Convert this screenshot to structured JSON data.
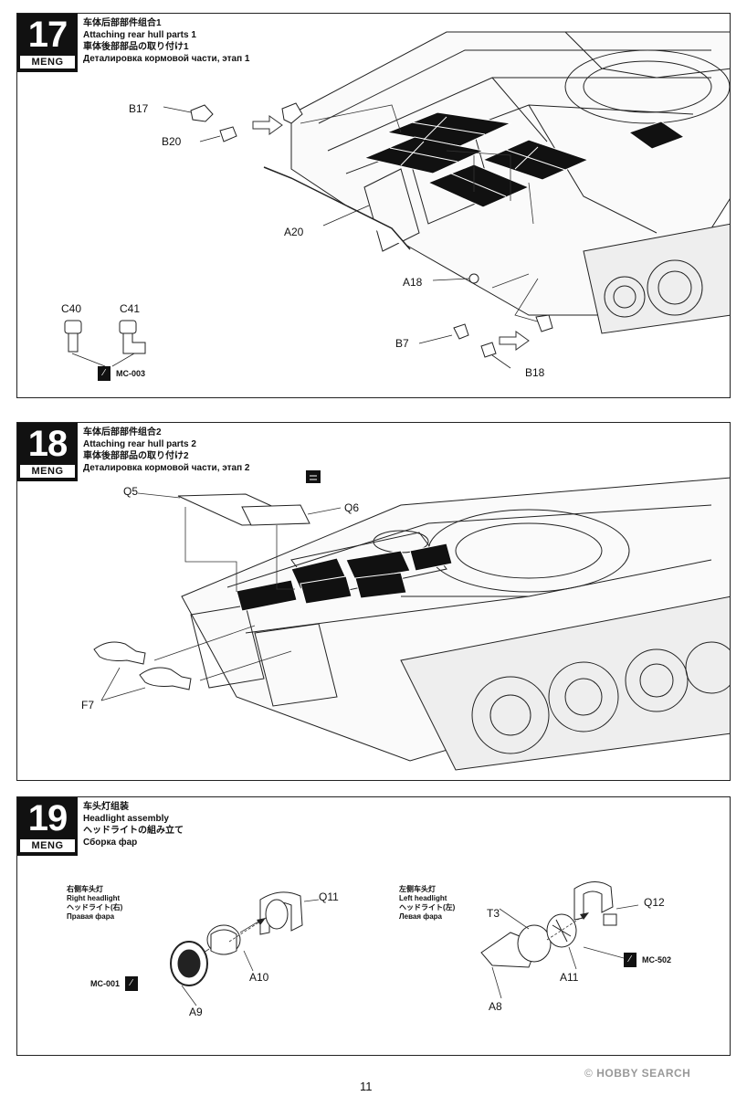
{
  "steps": [
    {
      "number": "17",
      "brand": "MENG",
      "title_cn": "车体后部部件组合1",
      "title_en": "Attaching rear hull parts 1",
      "title_jp": "車体後部部品の取り付け1",
      "title_ru": "Деталировка кормовой части, этап 1",
      "labels": {
        "b17": "B17",
        "b20": "B20",
        "a20": "A20",
        "a18": "A18",
        "c40": "C40",
        "c41": "C41",
        "b7": "B7",
        "b18": "B18"
      },
      "paint": "MC-003"
    },
    {
      "number": "18",
      "brand": "MENG",
      "title_cn": "车体后部部件组合2",
      "title_en": "Attaching rear hull parts 2",
      "title_jp": "車体後部部品の取り付け2",
      "title_ru": "Деталировка кормовой части, этап 2",
      "labels": {
        "q5": "Q5",
        "q6": "Q6",
        "f7": "F7"
      }
    },
    {
      "number": "19",
      "brand": "MENG",
      "title_cn": "车头灯组装",
      "title_en": "Headlight assembly",
      "title_jp": "ヘッドライトの組み立て",
      "title_ru": "Сборка фар",
      "right": {
        "cn": "右侧车头灯",
        "en": "Right headlight",
        "jp": "ヘッドライト(右)",
        "ru": "Правая фара",
        "paint": "MC-001"
      },
      "left": {
        "cn": "左侧车头灯",
        "en": "Left headlight",
        "jp": "ヘッドライト(左)",
        "ru": "Левая фара",
        "paint": "MC-502"
      },
      "labels": {
        "q11": "Q11",
        "a10": "A10",
        "a9": "A9",
        "t3": "T3",
        "q12": "Q12",
        "a11": "A11",
        "a8": "A8"
      }
    }
  ],
  "page_number": "11",
  "watermark": "HOBBY SEARCH"
}
